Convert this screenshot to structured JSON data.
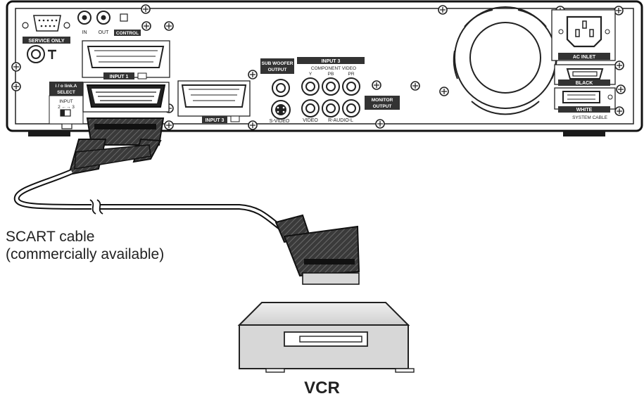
{
  "panel": {
    "service_only": "SERVICE ONLY",
    "control_in": "IN",
    "control_out": "OUT",
    "control": "CONTROL",
    "input1": "INPUT 1",
    "iolink_line1": "i / o link.A",
    "iolink_line2": "SELECT",
    "select_input": "INPUT",
    "select_values": "2 ←→ 3",
    "input3_scart": "INPUT 3",
    "sub_woofer_line1": "SUB WOOFER",
    "sub_woofer_line2": "OUTPUT",
    "input3_header": "INPUT 3",
    "component_video": "COMPONENT  VIDEO",
    "y": "Y",
    "pb": "PB",
    "pr": "PR",
    "s_video": "S-VIDEO",
    "video": "VIDEO",
    "r_audio_l": "R-AUDIO-L",
    "monitor_line1": "MONITOR",
    "monitor_line2": "OUTPUT",
    "ac_inlet": "AC INLET",
    "black": "BLACK",
    "white": "WHITE",
    "system_cable": "SYSTEM CABLE"
  },
  "cable_label_line1": "SCART cable",
  "cable_label_line2": "(commercially available)",
  "device_label": "VCR"
}
